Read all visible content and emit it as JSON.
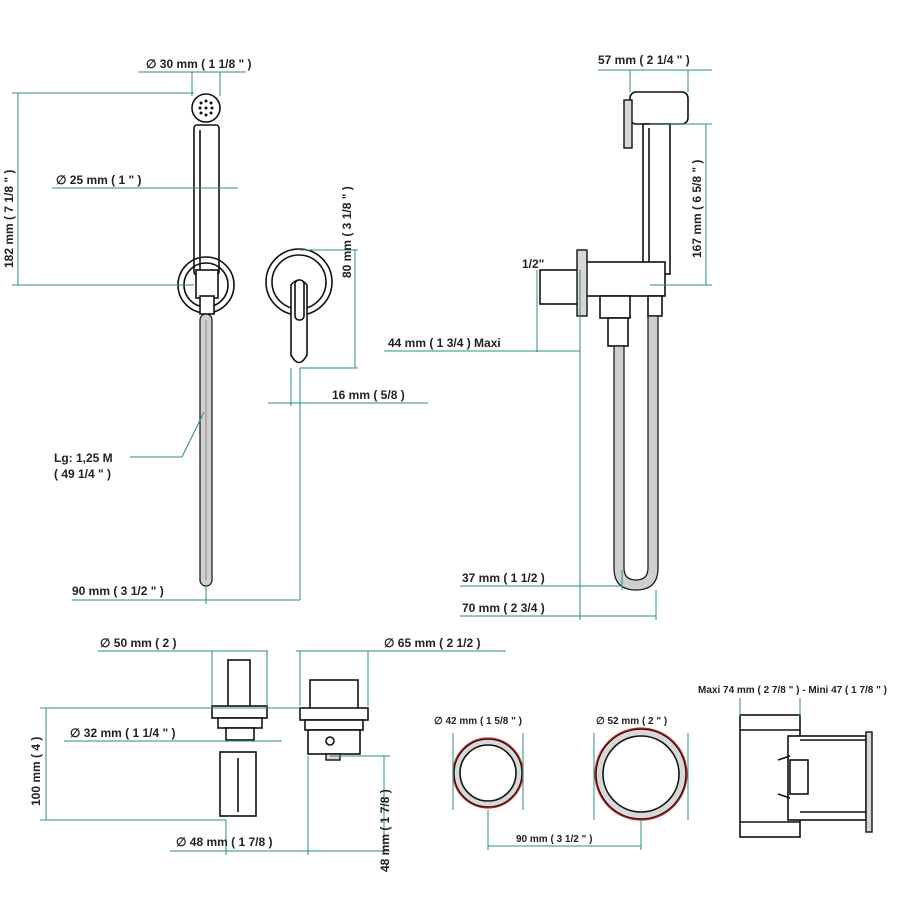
{
  "colors": {
    "dimension_line": "#2a8c86",
    "outline": "#111111",
    "highlight_circle": "#d42020",
    "hose_fill": "#cfcfcf"
  },
  "labels": {
    "d30": "∅  30 mm  ( 1 1/8 \" )",
    "h182": "182 mm  ( 7 1/8 \" )",
    "d25": "∅  25 mm  ( 1 \" )",
    "h80": "80 mm  ( 3 1/8 \" )",
    "w16": "16 mm  ( 5/8 )",
    "lg1": "Lg: 1,25 M",
    "lg2": "( 49 1/4 \" )",
    "w90a": "90 mm  ( 3 1/2 \" )",
    "w57": "57 mm  ( 2 1/4 \" )",
    "h167": "167 mm  ( 6 5/8 \" )",
    "half": "1/2\"",
    "w44": "44 mm  ( 1 3/4 )  Maxi",
    "w37": "37 mm  ( 1 1/2 )",
    "w70": "70 mm  ( 2 3/4 )",
    "d50": "∅  50 mm  ( 2 )",
    "d65": "∅  65 mm  ( 2 1/2 )",
    "d32": "∅  32 mm  ( 1 1/4 \" )",
    "h100": "100 mm  ( 4 )",
    "d48": "∅  48 mm  ( 1 7/8 )",
    "h48": "48 mm  ( 1 7/8 )",
    "d42": "∅  42 mm  ( 1 5/8 \" )",
    "d52": "∅  52 mm  ( 2 \" )",
    "w90b": "90 mm  ( 3 1/2 \" )",
    "maxi": "Maxi  74 mm  ( 2 7/8 \" )  - Mini 47  ( 1 7/8 \" )"
  }
}
